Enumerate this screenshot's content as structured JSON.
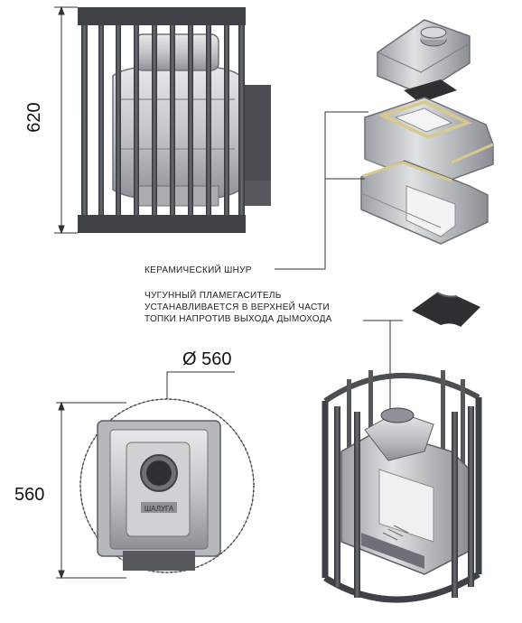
{
  "dimensions": {
    "height_label": "620",
    "diameter_label": "Ø 560",
    "depth_label": "560"
  },
  "callouts": {
    "ceramic_cord": "КЕРАМИЧЕСКИЙ ШНУР",
    "flame_arrester_line1": "ЧУГУННЫЙ ПЛАМЕГАСИТЕЛЬ",
    "flame_arrester_line2": "УСТАНАВЛИВАЕТСЯ В ВЕРХНЕЙ ЧАСТИ",
    "flame_arrester_line3": "ТОПКИ НАПРОТИВ ВЫХОДА ДЫМОХОДА"
  },
  "stove": {
    "brand_plate": "ШАЛУГА"
  },
  "colors": {
    "cage_bar": "#4a4d52",
    "cast_iron_light": "#d9dbdd",
    "cast_iron_mid": "#a9adb2",
    "cast_iron_dark": "#6d7177",
    "ceramic_cord": "#d8c98a",
    "flame_arrester": "#2e3034"
  }
}
